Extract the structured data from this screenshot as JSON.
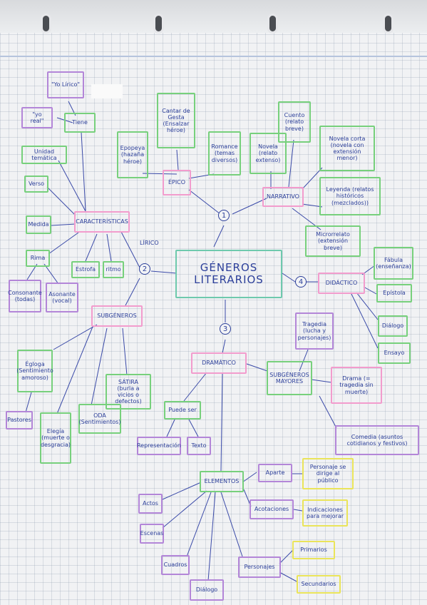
{
  "center": "GÉNEROS LITERARIOS",
  "numbers": [
    "1",
    "2",
    "3",
    "4"
  ],
  "lirico": {
    "label": "LÍRICO",
    "caracteristicas": "CARACTERÍSTICAS",
    "tiene": "Tiene",
    "yo_lirico": "\"Yo Lírico\"",
    "yo_real": "\"yo real\"",
    "unidad_tematica": "Unidad temática",
    "verso": "Verso",
    "medida": "Medida",
    "rima": "Rima",
    "consonante": "Consonante (todas)",
    "asonante": "Asonante (vocal)",
    "estrofa": "Estrofa",
    "ritmo": "ritmo",
    "subgeneros": "SUBGÉNEROS",
    "egloga": "Égloga (Sentimiento amoroso)",
    "pastores": "Pastores",
    "elegia": "Elegía (muerte o desgracia)",
    "oda": "ODA (Sentimientos)",
    "satira": "SÁTIRA (burla a vicios o defectos)"
  },
  "epico": {
    "label": "ÉPICO",
    "epopeya": "Epopeya (hazaña héroe)",
    "cantar_gesta": "Cantar de Gesta (Ensalzar héroe)",
    "romance": "Romance (temas diversos)"
  },
  "narrativo": {
    "label": "NARRATIVO",
    "novela": "Novela (relato extenso)",
    "cuento": "Cuento (relato breve)",
    "novela_corta": "Novela corta (novela con extensión menor)",
    "leyenda": "Leyenda (relatos históricos (mezclados))",
    "microrrelato": "Microrrelato (extensión breve)"
  },
  "didactico": {
    "label": "DIDÁCTICO",
    "fabula": "Fábula (enseñanza)",
    "epistola": "Epístola",
    "dialogo": "Diálogo",
    "ensayo": "Ensayo"
  },
  "dramatico": {
    "label": "DRAMÁTICO",
    "subgeneros_mayores": "SUBGÉNEROS MAYORES",
    "tragedia": "Tragedia (lucha y personajes)",
    "drama": "Drama (= tragedia sin muerte)",
    "comedia": "Comedia (asuntos cotidianos y festivos)",
    "puede_ser": "Puede ser",
    "representacion": "Representación",
    "texto": "Texto",
    "elementos": "ELEMENTOS",
    "actos": "Actos",
    "escenas": "Escenas",
    "cuadros": "Cuadros",
    "dialogo": "Diálogo",
    "aparte": "Aparte",
    "aparte_desc": "Personaje se dirige al público",
    "acotaciones": "Acotaciones",
    "acotaciones_desc": "Indicaciones para mejorar",
    "personajes": "Personajes",
    "primarios": "Primarios",
    "secundarios": "Secundarios"
  }
}
